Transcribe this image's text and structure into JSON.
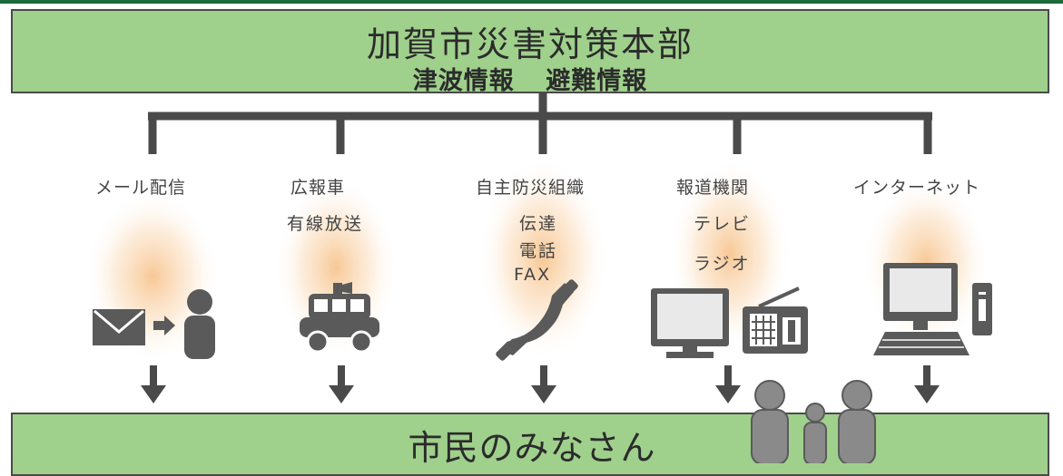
{
  "header": {
    "title": "加賀市災害対策本部",
    "sub_items": [
      "津波情報",
      "避難情報"
    ]
  },
  "channels": [
    {
      "label": "メール配信",
      "details": [],
      "icon": "mail-to-person-icon"
    },
    {
      "label": "広報車",
      "details": [
        "有線放送"
      ],
      "icon": "pa-car-icon"
    },
    {
      "label": "自主防災組織",
      "details": [
        "伝達",
        "電話",
        "FAX"
      ],
      "icon": "telephone-icon"
    },
    {
      "label": "報道機関",
      "details": [
        "テレビ",
        "ラジオ"
      ],
      "icon": "tv-radio-icon"
    },
    {
      "label": "インターネット",
      "details": [],
      "icon": "computer-icon"
    }
  ],
  "footer": {
    "label": "市民のみなさん"
  },
  "colors": {
    "box_fill": "#9fd08c",
    "line": "#4a4a4a",
    "icon": "#5a5a5a",
    "glow": "#f7c58f"
  }
}
